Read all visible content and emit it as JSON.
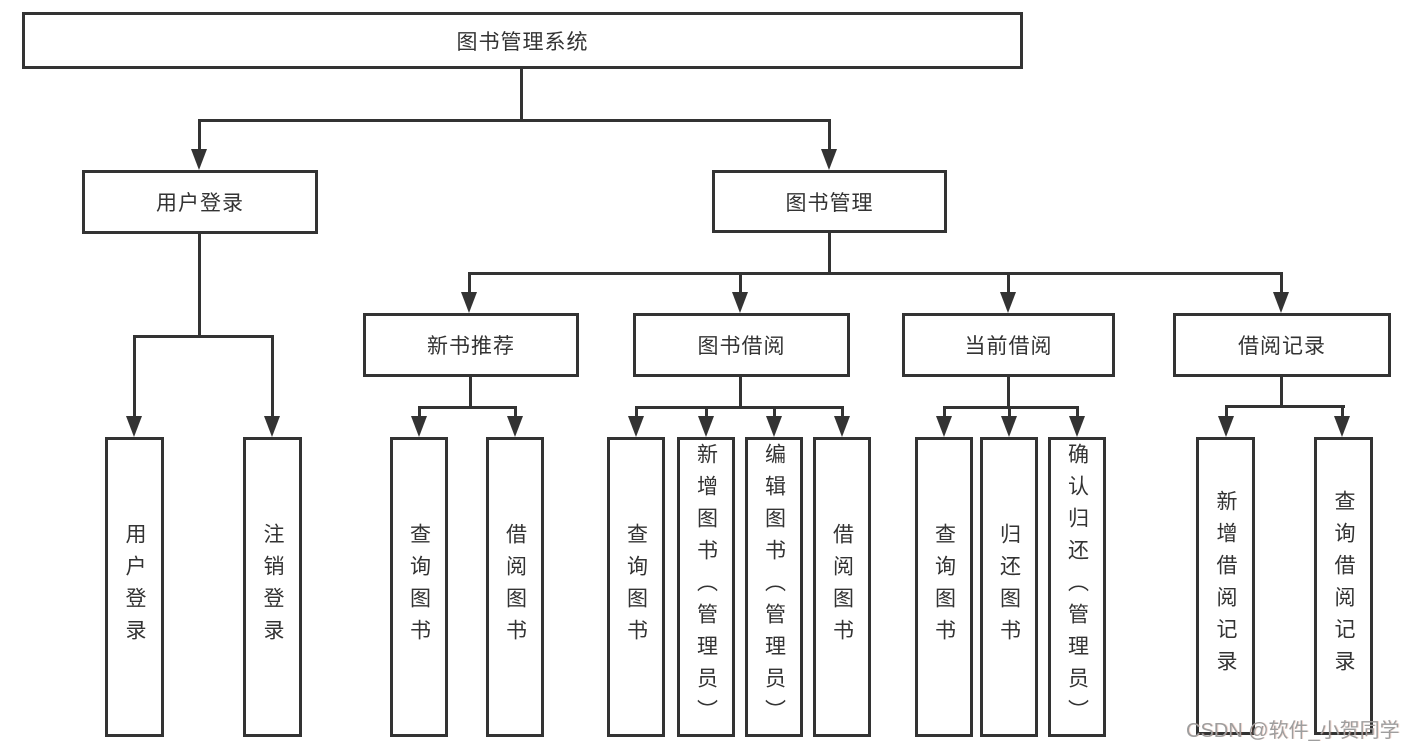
{
  "diagram": {
    "tree": {
      "label": "图书管理系统",
      "children": [
        {
          "label": "用户登录",
          "children": [
            {
              "label": "用户登录"
            },
            {
              "label": "注销登录"
            }
          ]
        },
        {
          "label": "图书管理",
          "children": [
            {
              "label": "新书推荐",
              "children": [
                {
                  "label": "查询图书"
                },
                {
                  "label": "借阅图书"
                }
              ]
            },
            {
              "label": "图书借阅",
              "children": [
                {
                  "label": "查询图书"
                },
                {
                  "label": "新增图书（管理员）"
                },
                {
                  "label": "编辑图书（管理员）"
                },
                {
                  "label": "借阅图书"
                }
              ]
            },
            {
              "label": "当前借阅",
              "children": [
                {
                  "label": "查询图书"
                },
                {
                  "label": "归还图书"
                },
                {
                  "label": "确认归还（管理员）"
                }
              ]
            },
            {
              "label": "借阅记录",
              "children": [
                {
                  "label": "新增借阅记录"
                },
                {
                  "label": "查询借阅记录"
                }
              ]
            }
          ]
        }
      ]
    }
  },
  "watermark": {
    "text": "CSDN @软件_小贺同学"
  },
  "colors": {
    "line": "#333333",
    "text": "#333333",
    "watermark": "#9e9e9e",
    "background": "#ffffff"
  }
}
